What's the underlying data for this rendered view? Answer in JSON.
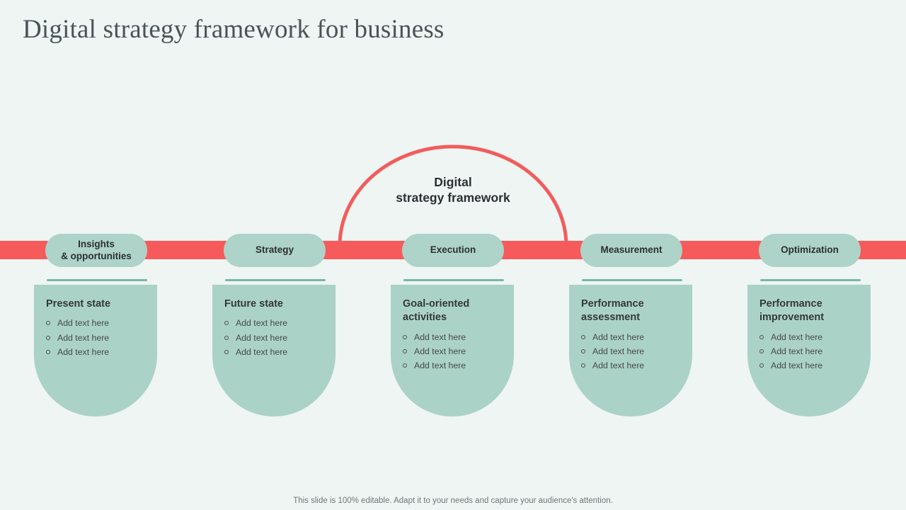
{
  "slide": {
    "title": "Digital strategy framework for business",
    "background_color": "#eef5f3",
    "accent_color": "#f75a5a",
    "pill_color": "#aed3c9",
    "card_color": "#abd2c7"
  },
  "center": {
    "line1": "Digital",
    "line2": "strategy framework"
  },
  "stages": [
    {
      "pill_line1": "Insights",
      "pill_line2": "& opportunities",
      "card_heading_line1": "Present state",
      "card_heading_line2": "",
      "bullets": [
        "Add text here",
        "Add text here",
        "Add text here"
      ]
    },
    {
      "pill_line1": "Strategy",
      "pill_line2": "",
      "card_heading_line1": "Future state",
      "card_heading_line2": "",
      "bullets": [
        "Add text here",
        "Add text here",
        "Add text here"
      ]
    },
    {
      "pill_line1": "Execution",
      "pill_line2": "",
      "card_heading_line1": "Goal-oriented",
      "card_heading_line2": "activities",
      "bullets": [
        "Add text here",
        "Add text here",
        "Add text here"
      ]
    },
    {
      "pill_line1": "Measurement",
      "pill_line2": "",
      "card_heading_line1": "Performance",
      "card_heading_line2": "assessment",
      "bullets": [
        "Add text here",
        "Add text here",
        "Add text here"
      ]
    },
    {
      "pill_line1": "Optimization",
      "pill_line2": "",
      "card_heading_line1": "Performance",
      "card_heading_line2": "improvement",
      "bullets": [
        "Add text here",
        "Add text here",
        "Add text here"
      ]
    }
  ],
  "footer": {
    "note": "This slide is 100% editable. Adapt it to your needs and capture your audience's attention."
  }
}
